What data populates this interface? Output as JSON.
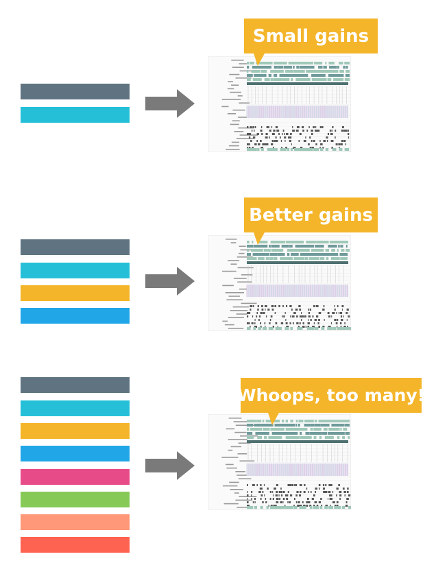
{
  "bar_palette": [
    "#5f7480",
    "#25c0d8",
    "#f4b52a",
    "#21a6e8",
    "#e84c88",
    "#86c957",
    "#fe9878",
    "#fe6250"
  ],
  "scenarios": [
    {
      "bar_count": 2,
      "callout": "Small gains"
    },
    {
      "bar_count": 4,
      "callout": "Better gains"
    },
    {
      "bar_count": 8,
      "callout": "Whoops, too many!"
    }
  ],
  "arrow_color": "#7a7a7a",
  "callout_color": "#f4b52a"
}
